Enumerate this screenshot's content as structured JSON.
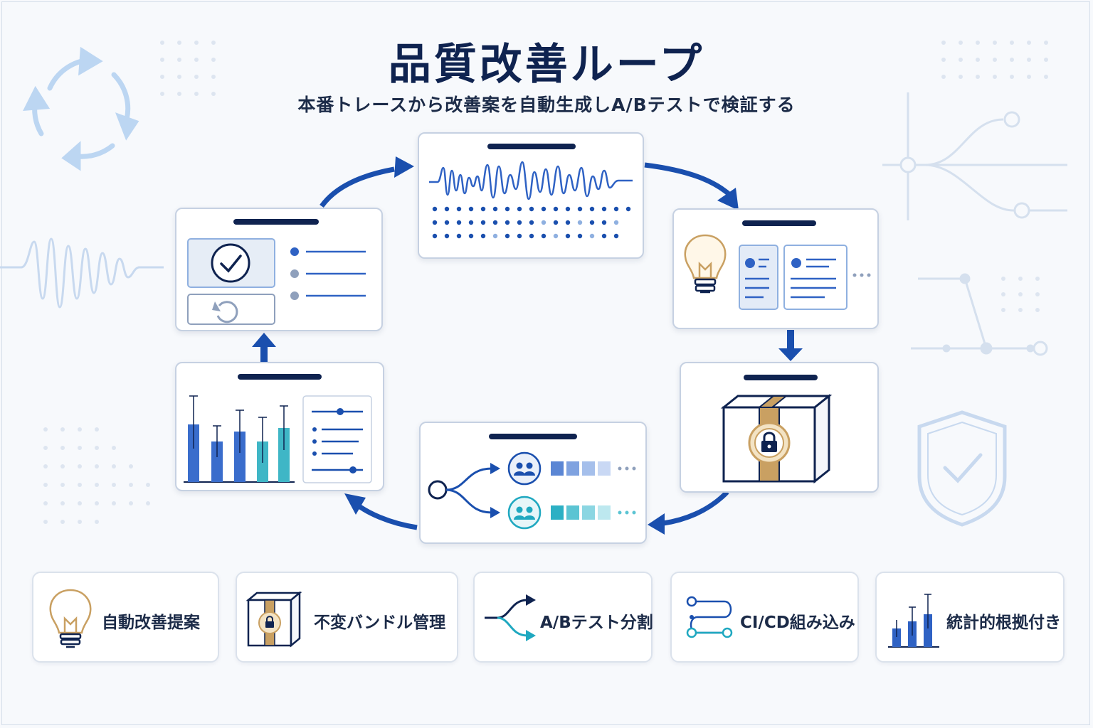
{
  "header": {
    "title": "品質改善ループ",
    "subtitle": "本番トレースから改善案を自動生成しA/Bテストで検証する"
  },
  "features": [
    {
      "label": "自動改善提案",
      "icon": "lightbulb-icon"
    },
    {
      "label": "不変バンドル管理",
      "icon": "sealed-box-icon"
    },
    {
      "label": "A/Bテスト分割",
      "icon": "split-arrows-icon"
    },
    {
      "label": "CI/CD組み込み",
      "icon": "pipeline-icon"
    },
    {
      "label": "統計的根拠付き",
      "icon": "bar-chart-icon"
    }
  ],
  "colors": {
    "navy": "#0f2350",
    "arrow_blue": "#1a4fae",
    "primary_blue": "#2f62c4",
    "teal": "#1fa8c0",
    "gold": "#c9a062",
    "faint": "#c8d9ef"
  }
}
